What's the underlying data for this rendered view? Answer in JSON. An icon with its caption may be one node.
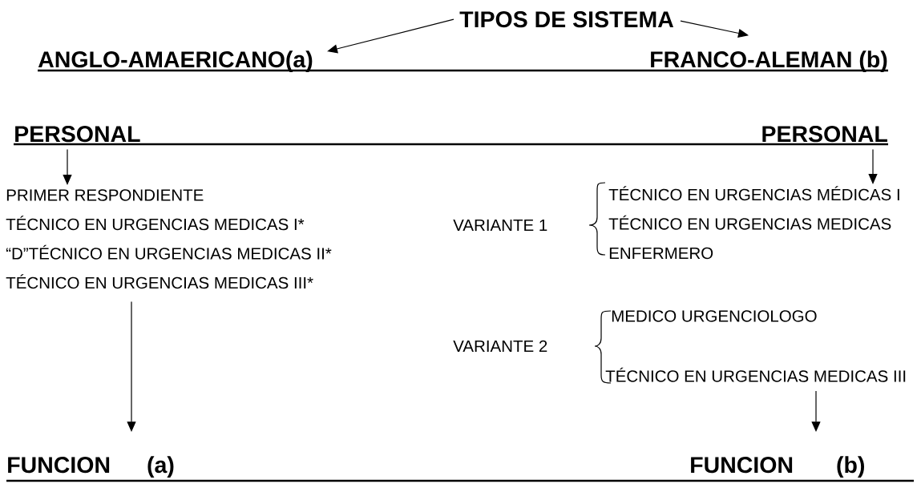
{
  "diagram": {
    "nodes": [
      {
        "text": [
          "TIPOS DE SISTEMA"
        ]
      },
      {
        "text": [
          "ANGLO-AMAERICANO(a)"
        ]
      },
      {
        "text": [
          "FRANCO-ALEMAN (b)"
        ]
      },
      {
        "text": [
          "PERSONAL"
        ]
      },
      {
        "text": [
          "PERSONAL"
        ]
      },
      {
        "text": [
          "PRIMER RESPONDIENTE",
          "TÉCNICO EN URGENCIAS MEDICAS I*",
          "“D”TÉCNICO EN URGENCIAS MEDICAS II*",
          "TÉCNICO EN URGENCIAS MEDICAS III*"
        ]
      },
      {
        "text": [
          "VARIANTE 1"
        ]
      },
      {
        "text": [
          "TÉCNICO EN URGENCIAS MÉDICAS I",
          "TÉCNICO EN URGENCIAS MEDICAS",
          "ENFERMERO"
        ]
      },
      {
        "text": [
          "VARIANTE 2"
        ]
      },
      {
        "text": [
          "MEDICO URGENCIOLOGO",
          "TÉCNICO EN URGENCIAS MEDICAS III"
        ]
      },
      {
        "text": [
          "FUNCION",
          "(a)"
        ]
      },
      {
        "text": [
          "FUNCION",
          "(b)"
        ]
      }
    ],
    "edges": [
      {
        "from": 0,
        "to": 1,
        "arrow": "to"
      },
      {
        "from": 0,
        "to": 2,
        "arrow": "to"
      },
      {
        "from": 3,
        "to": 5,
        "arrow": "to"
      },
      {
        "from": 4,
        "to": 7,
        "arrow": "to"
      },
      {
        "from": 5,
        "to": 10,
        "arrow": "to"
      },
      {
        "from": 9,
        "to": 11,
        "arrow": "to"
      }
    ]
  }
}
